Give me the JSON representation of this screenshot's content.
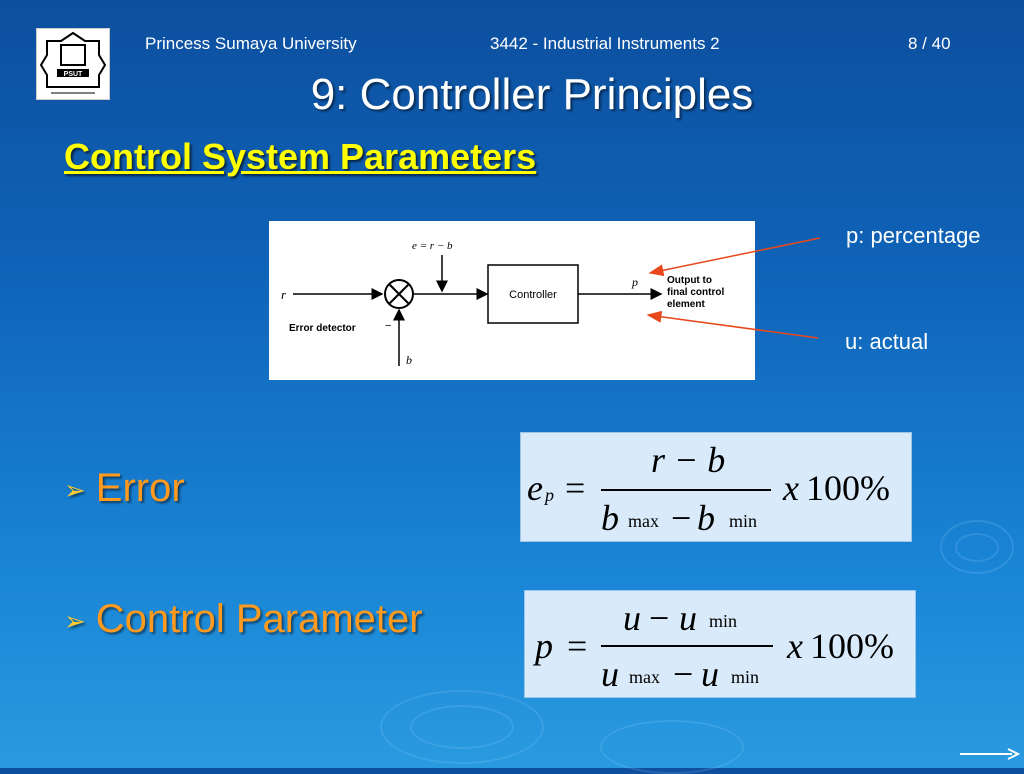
{
  "header": {
    "university": "Princess Sumaya University",
    "course": "3442 - Industrial Instruments 2",
    "page": "8 / 40",
    "logo_text": "PSUT"
  },
  "title": "9: Controller Principles",
  "subtitle": "Control System Parameters",
  "diagram": {
    "input_label": "r",
    "error_label": "e = r − b",
    "block_label": "Controller",
    "output_label": "p",
    "output_note_lines": [
      "Output to",
      "final control",
      "element"
    ],
    "detector_label": "Error detector",
    "minus_sign": "−",
    "feedback_label": "b"
  },
  "annotations": {
    "p_note": "p: percentage",
    "u_note": "u: actual",
    "arrow_color": "#e8481c"
  },
  "bullets": {
    "error": "Error",
    "control_parameter": "Control Parameter",
    "bullet_glyph": "➢"
  },
  "formula_error": {
    "lhs": "e",
    "lhs_sub": "p",
    "eq": "=",
    "num": "r − b",
    "den_b1": "b",
    "den_max": "max",
    "den_minus": "−",
    "den_b2": "b",
    "den_min": "min",
    "x": "x",
    "pct": "100%"
  },
  "formula_control": {
    "lhs": "p",
    "eq": "=",
    "num_u1": "u",
    "num_minus": "−",
    "num_u2": "u",
    "num_min": "min",
    "den_u1": "u",
    "den_max": "max",
    "den_minus": "−",
    "den_u2": "u",
    "den_min": "min",
    "x": "x",
    "pct": "100%"
  },
  "colors": {
    "title": "#ffffff",
    "subtitle": "#ffff00",
    "bullet_text": "#ff9a1f",
    "formula_bg": "#d9ebfb"
  },
  "icons": {
    "logo": "university-logo-icon",
    "next": "next-slide-arrow-icon"
  }
}
